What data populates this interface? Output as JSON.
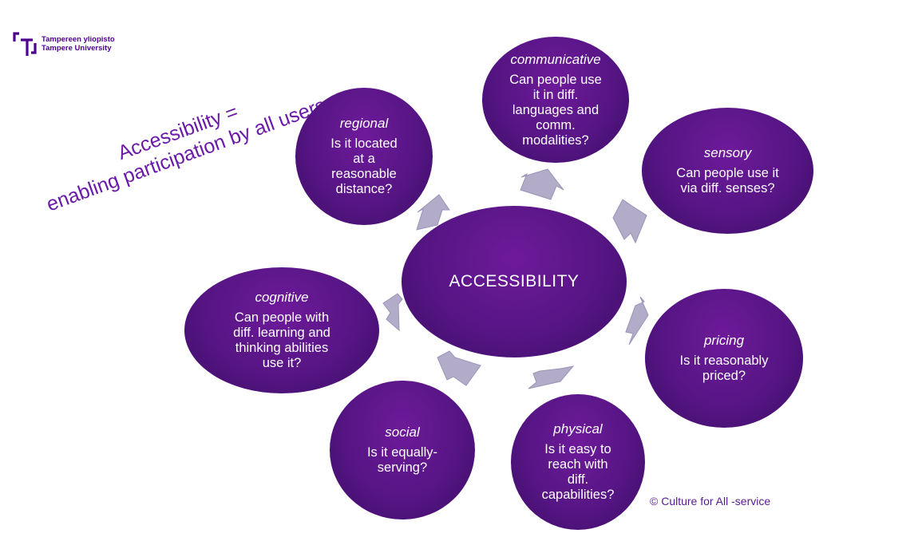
{
  "logo": {
    "line1": "Tampereen yliopisto",
    "line2": "Tampere University",
    "color": "#4e008e"
  },
  "title": {
    "line1": "Accessibility =",
    "line2": "enabling participation by all users"
  },
  "colors": {
    "bubble": "#561584",
    "arrow": "#b3acc9",
    "title": "#6a1aa9"
  },
  "center": {
    "label": "ACCESSIBILITY"
  },
  "aspects": [
    {
      "id": "communicative",
      "category": "communicative",
      "question": "Can people use\nit in diff.\nlanguages and\ncomm.\nmodalities?"
    },
    {
      "id": "sensory",
      "category": "sensory",
      "question": "Can people use it\nvia diff. senses?"
    },
    {
      "id": "pricing",
      "category": "pricing",
      "question": "Is it reasonably\npriced?"
    },
    {
      "id": "physical",
      "category": "physical",
      "question": "Is it easy to\nreach with\ndiff.\ncapabilities?"
    },
    {
      "id": "social",
      "category": "social",
      "question": "Is it equally-\nserving?"
    },
    {
      "id": "cognitive",
      "category": "cognitive",
      "question": "Can people with\ndiff. learning and\nthinking abilities\nuse it?"
    },
    {
      "id": "regional",
      "category": "regional",
      "question": "Is it located\nat a\nreasonable\ndistance?"
    }
  ],
  "credit": "© Culture for All -service"
}
